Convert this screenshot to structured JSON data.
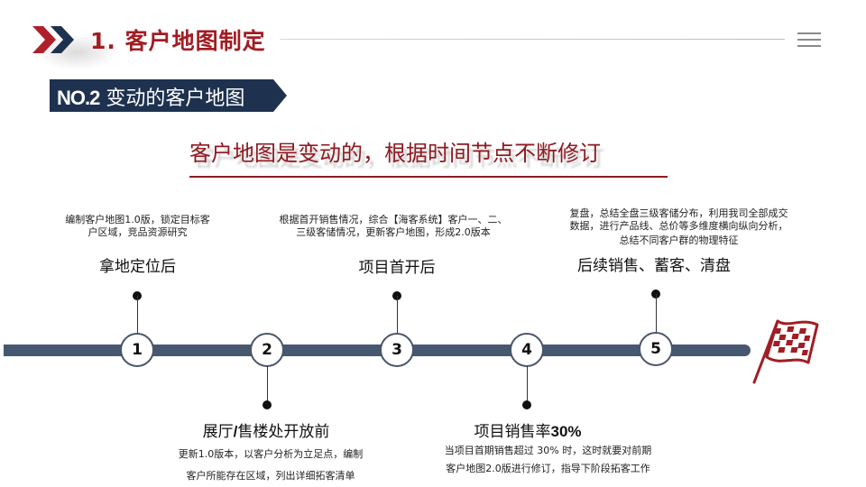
{
  "header": {
    "title": "1. 客户地图制定",
    "menu_icon": "hamburger-menu-icon",
    "chevron_colors": [
      "#b0202a",
      "#1e3250"
    ]
  },
  "section_tag": {
    "prefix": "NO.2",
    "label": " 变动的客户地图",
    "background": "#1e3250"
  },
  "headline": {
    "text": "客户地图是变动的，根据时间节点不断修订",
    "color": "#8e1a22"
  },
  "timeline": {
    "track_color": "#465770",
    "end_icon": "checkered-flag-icon",
    "accent": "#a11d24",
    "steps": [
      {
        "number": "1",
        "phase": "拿地定位后",
        "description": [
          "编制客户地图1.0版，锁定目标客",
          "户区域，竞品资源研究"
        ],
        "position": "above"
      },
      {
        "number": "2",
        "phase_prefix": "展厅",
        "phase_bold": "/",
        "phase_suffix": "售楼处开放前",
        "description": [
          "更新1.0版本，以客户分析为立足点，编制",
          "客户所能存在区域，列出详细拓客清单"
        ],
        "position": "below"
      },
      {
        "number": "3",
        "phase": "项目首开后",
        "description": [
          "根据首开销售情况，综合【海客系统】客户一、二、",
          "三级客储情况，更新客户地图，形成2.0版本"
        ],
        "position": "above"
      },
      {
        "number": "4",
        "phase_prefix": "项目销售率",
        "phase_bold": "30%",
        "description": [
          "当项目首期销售超过 30% 时，这时就要对前期",
          "客户地图2.0版进行修订，指导下阶段拓客工作"
        ],
        "position": "below"
      },
      {
        "number": "5",
        "phase": "后续销售、蓄客、清盘",
        "description": [
          "复盘，总结全盘三级客储分布，利用我司全部成交",
          "数据，进行产品线、总价等多维度横向纵向分析，",
          "总结不同客户群的物理特征"
        ],
        "position": "above"
      }
    ]
  }
}
